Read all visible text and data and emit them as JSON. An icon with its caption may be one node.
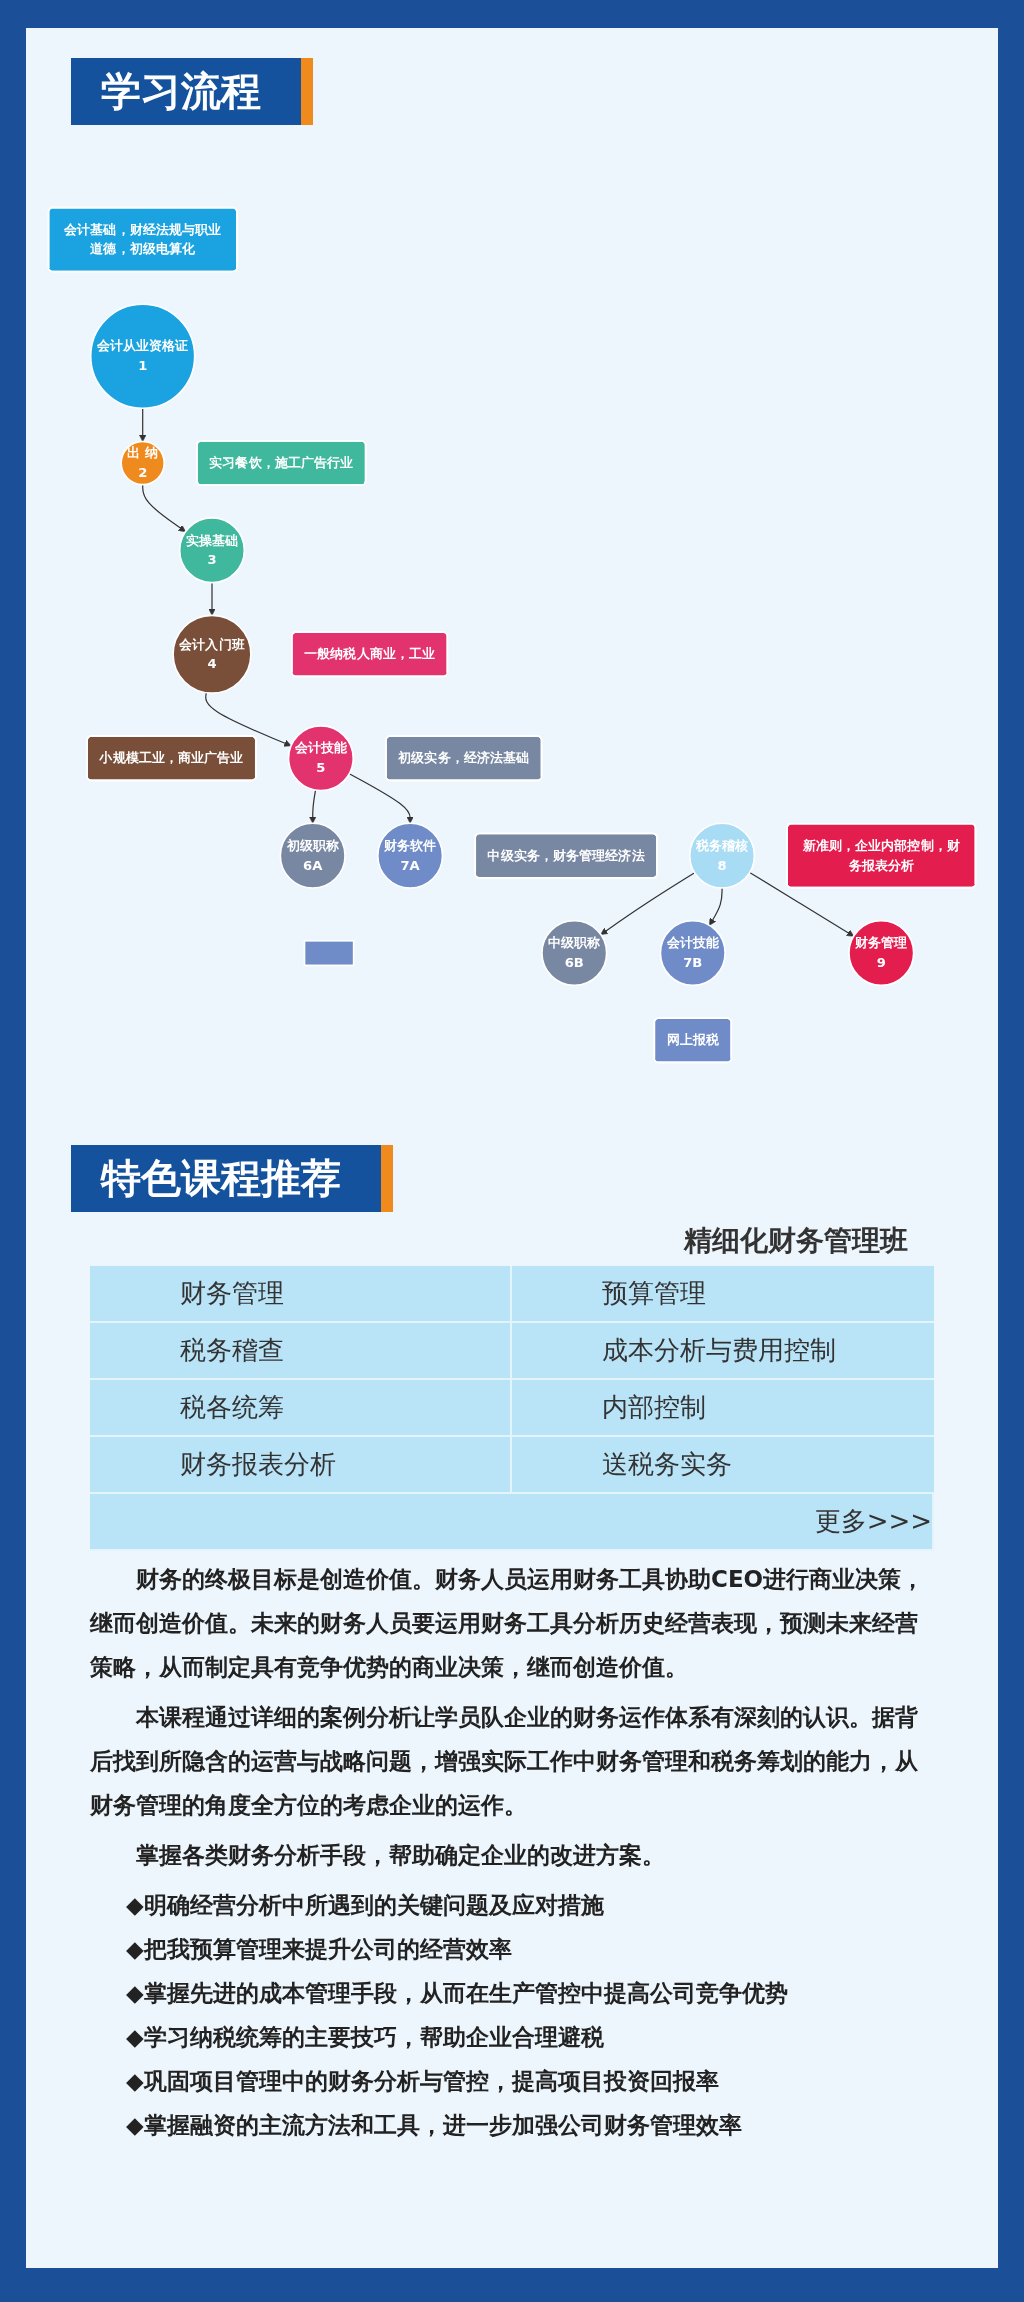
{
  "diagram": {
    "title": "学习流程",
    "nodes": [
      {
        "text": [
          "会计基础，财经法规与职业道德，初级电算化"
        ]
      },
      {
        "text": [
          "会计从业资格证",
          "1"
        ]
      },
      {
        "text": [
          "出 纳",
          "2"
        ]
      },
      {
        "text": [
          "实习餐饮，施工广告行业"
        ]
      },
      {
        "text": [
          "实操基础",
          "3"
        ]
      },
      {
        "text": [
          "会计入门班",
          "4"
        ]
      },
      {
        "text": [
          "小规模工业，商业广告业"
        ]
      },
      {
        "text": [
          "一般纳税人商业，工业"
        ]
      },
      {
        "text": [
          "会计技能",
          "5"
        ]
      },
      {
        "text": [
          "初级实务，经济法基础"
        ]
      },
      {
        "text": [
          "初级职称",
          "6A"
        ]
      },
      {
        "text": [
          "财务软件",
          "7A"
        ]
      },
      {
        "text": [],
        "shape": "box"
      },
      {
        "text": [
          "中级实务，财务管理经济法"
        ]
      },
      {
        "text": [
          "中级职称",
          "6B"
        ]
      },
      {
        "text": [
          "会计技能",
          "7B"
        ]
      },
      {
        "text": [
          "网上报税"
        ]
      },
      {
        "text": [
          "税务稽核",
          "8"
        ]
      },
      {
        "text": [
          "新准则，企业内部控制，财务报表分析"
        ]
      },
      {
        "text": [
          "财务管理",
          "9"
        ]
      }
    ],
    "edges": [
      {
        "from": 1,
        "to": 2,
        "arrow": "to"
      },
      {
        "from": 2,
        "to": 4,
        "arrow": "to"
      },
      {
        "from": 4,
        "to": 5,
        "arrow": "to"
      },
      {
        "from": 5,
        "to": 8,
        "arrow": "to"
      },
      {
        "from": 8,
        "to": 10,
        "arrow": "to"
      },
      {
        "from": 8,
        "to": 11,
        "arrow": "to"
      },
      {
        "from": 17,
        "to": 14,
        "arrow": "to"
      },
      {
        "from": 17,
        "to": 15,
        "arrow": "to"
      },
      {
        "from": 17,
        "to": 19,
        "arrow": "to"
      }
    ],
    "labels": [
      "特色课程推荐",
      "精细化财务管理班",
      "财务管理",
      "预算管理",
      "税务稽查",
      "成本分析与费用控制",
      "税各统筹",
      "内部控制",
      "财务报表分析",
      "送税务实务",
      "更多>>>",
      "财务的终极目标是创造价值。财务人员运用财务工具协助CEO进行商业决策，继而创造价值。未来的财务人员要运用财务工具分析历史经营表现，预测未来经营策略，从而制定具有竞争优势的商业决策，继而创造价值。",
      "本课程通过详细的案例分析让学员队企业的财务运作体系有深刻的认识。据背后找到所隐含的运营与战略问题，增强实际工作中财务管理和税务筹划的能力，从财务管理的角度全方位的考虑企业的运作。",
      "掌握各类财务分析手段，帮助确定企业的改进方案。",
      "◆明确经营分析中所遇到的关键问题及应对措施",
      "◆把我预算管理来提升公司的经营效率",
      "◆掌握先进的成本管理手段，从而在生产管控中提高公司竞争优势",
      "◆学习纳税统筹的主要技巧，帮助企业合理避税",
      "◆巩固项目管理中的财务分析与管控，提高项目投资回报率",
      "◆掌握融资的主流方法和工具，进一步加强公司财务管理效率"
    ]
  }
}
